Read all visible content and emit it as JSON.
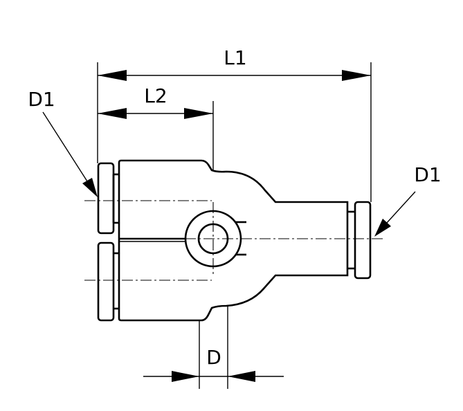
{
  "labels": {
    "l1": "L1",
    "l2": "L2",
    "d1_left": "D1",
    "d1_right": "D1",
    "d": "D"
  },
  "colors": {
    "line": "#000000",
    "background": "#ffffff"
  }
}
